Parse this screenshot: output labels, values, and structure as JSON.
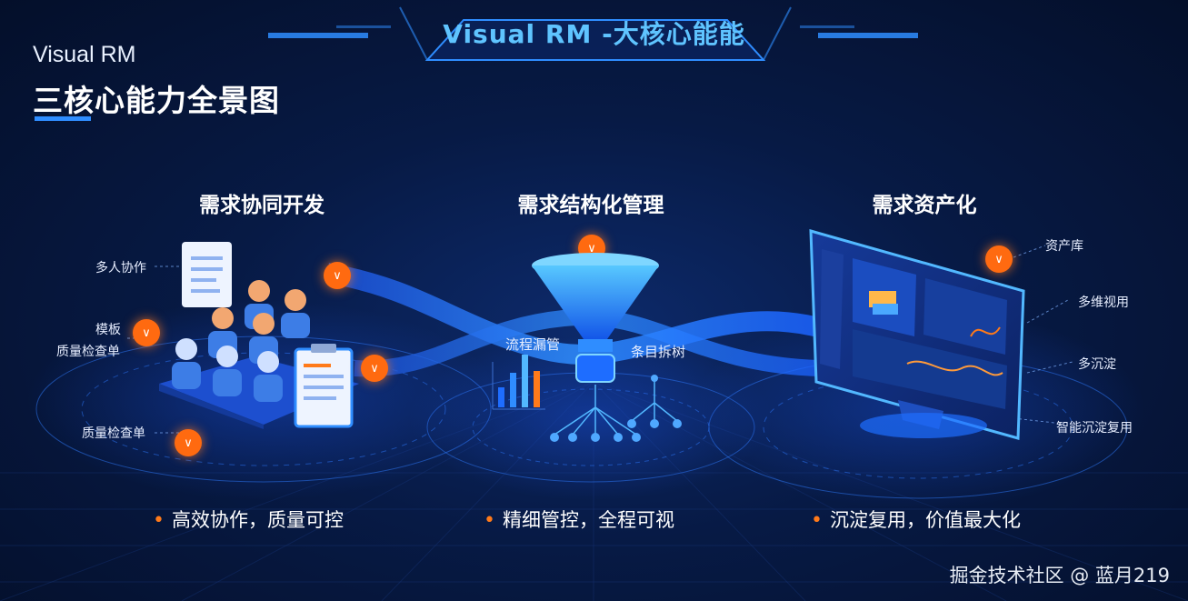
{
  "header": {
    "top_title": "Visual RM -大核心能能",
    "brand": "Visual RM",
    "panorama_title": "三核心能力全景图"
  },
  "columns": [
    {
      "title": "需求协同开发",
      "slogan": "高效协作，质量可控"
    },
    {
      "title": "需求结构化管理",
      "slogan": "精细管控，全程可视"
    },
    {
      "title": "需求资产化",
      "slogan": "沉淀复用，价值最大化"
    }
  ],
  "left_labels": {
    "collab": "多人协作",
    "template": "模板",
    "qc1": "质量检查单",
    "qc2": "质量检查单"
  },
  "middle_labels": {
    "funnel": "流程漏管",
    "tree": "条目拆树"
  },
  "right_labels": {
    "library": "资产库",
    "multi_view": "多维视用",
    "multi_deposit": "多沉淀",
    "smart_reuse": "智能沉淀复用"
  },
  "badge_icon": "chevron-down-icon",
  "colors": {
    "accent": "#2f8dff",
    "badge": "#ff6a10",
    "flow": "#1e6dff",
    "title_glow": "#5fc4ff"
  },
  "watermark": "掘金技术社区 @ 蓝月219"
}
